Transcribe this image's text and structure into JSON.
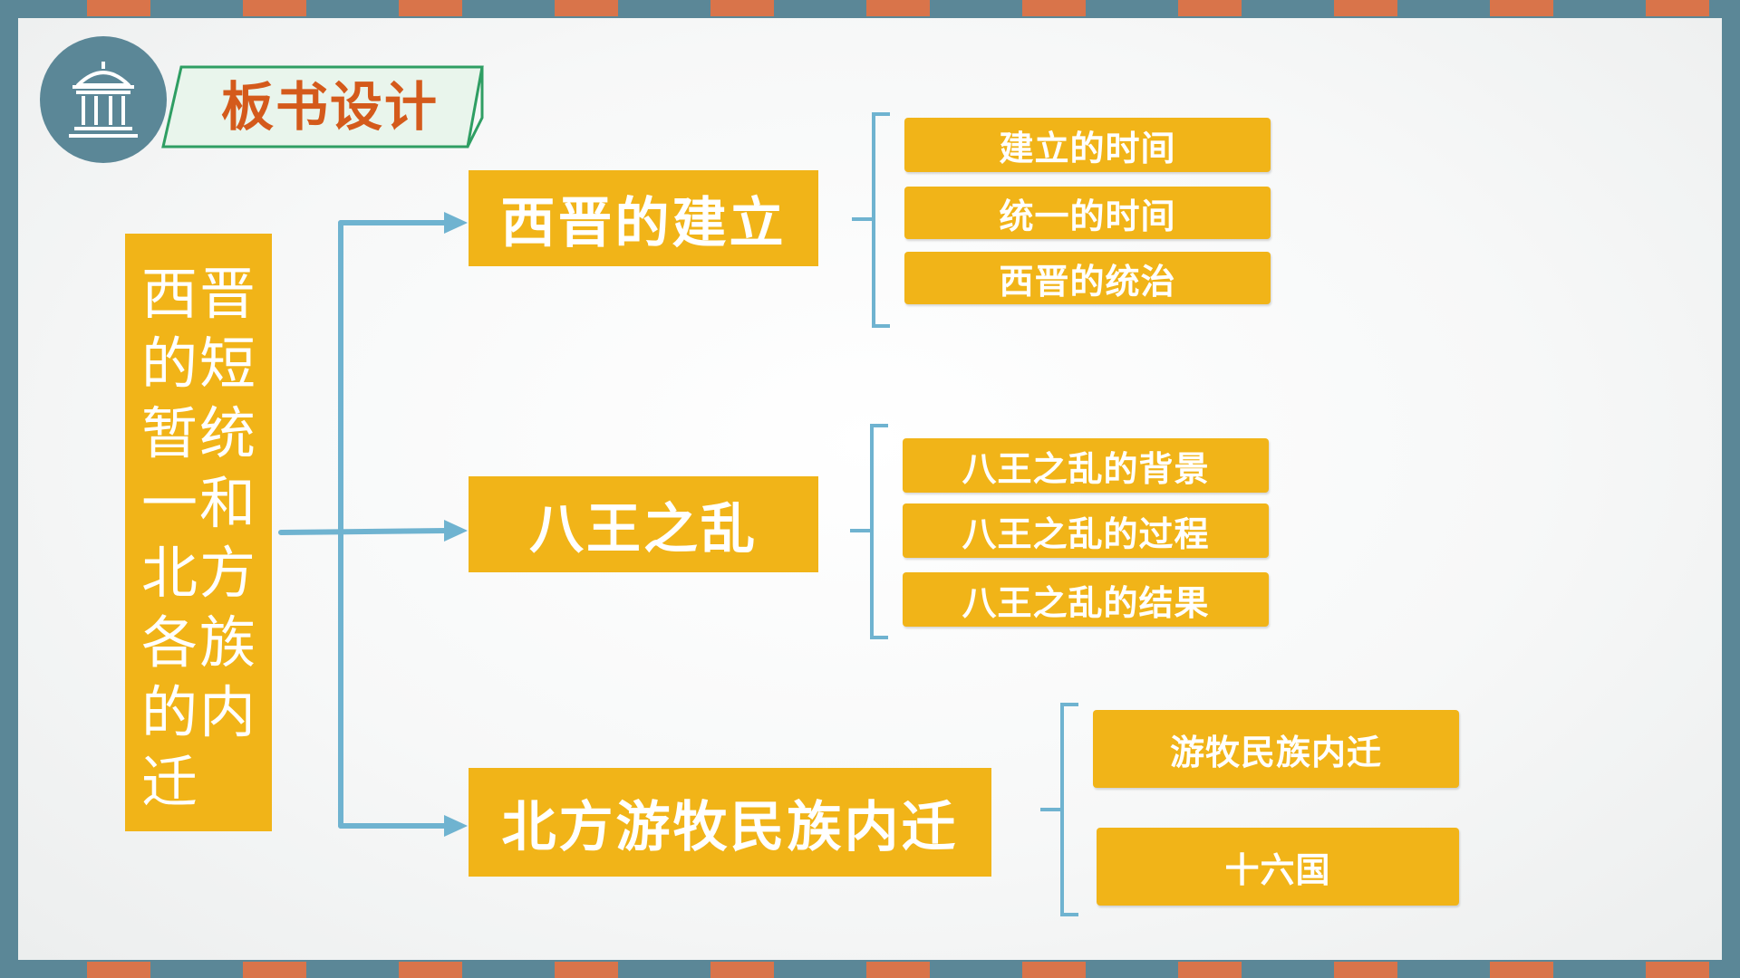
{
  "header": {
    "title": "板书设计",
    "icon": "pavilion-icon"
  },
  "colors": {
    "accent": "#f1b418",
    "frame": "#5b8797",
    "stripe_orange": "#d9744a",
    "title_text": "#d45a1b",
    "connector": "#6fb3d0"
  },
  "diagram": {
    "root": "西晋的短暂统一和北方各族的内迁",
    "branches": [
      {
        "label": "西晋的建立",
        "children": [
          "建立的时间",
          "统一的时间",
          "西晋的统治"
        ]
      },
      {
        "label": "八王之乱",
        "children": [
          "八王之乱的背景",
          "八王之乱的过程",
          "八王之乱的结果"
        ]
      },
      {
        "label": "北方游牧民族内迁",
        "children": [
          "游牧民族内迁",
          "十六国"
        ]
      }
    ]
  }
}
